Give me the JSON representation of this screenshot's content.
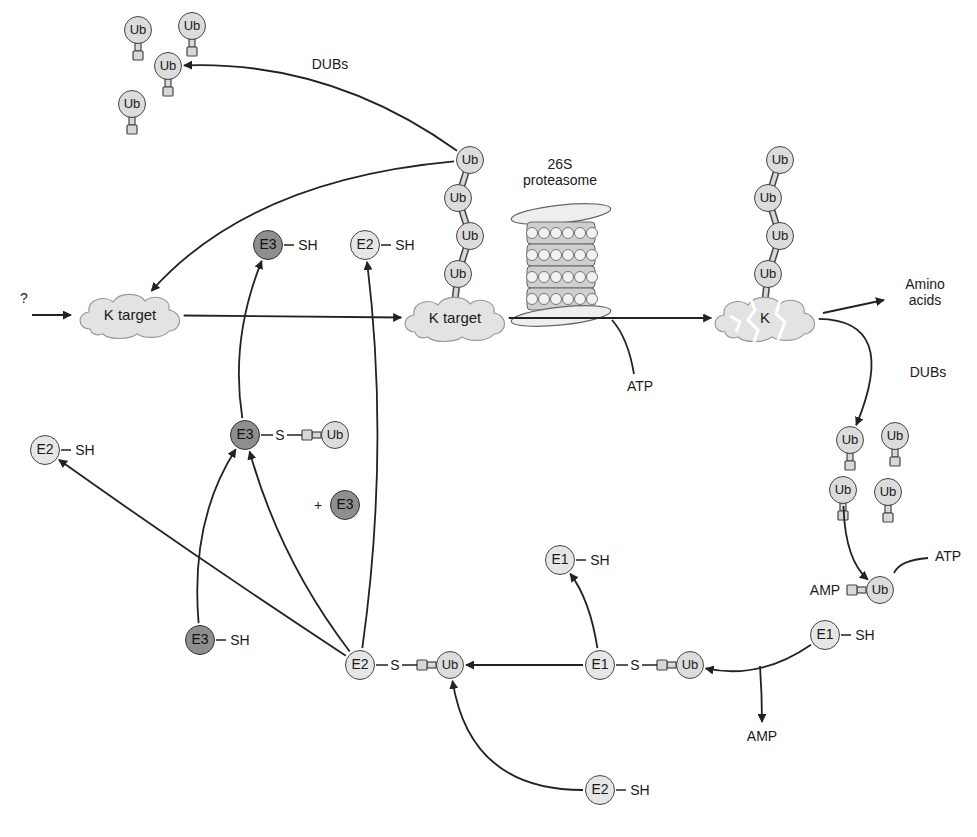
{
  "diagram": {
    "nodes": [
      {
        "text": [
          "Ub"
        ]
      },
      {
        "text": [
          "Ub"
        ]
      },
      {
        "text": [
          "Ub"
        ]
      },
      {
        "text": [
          "Ub"
        ]
      },
      {
        "text": [
          "K target"
        ]
      },
      {
        "text": [
          "Ub"
        ]
      },
      {
        "text": [
          "Ub"
        ]
      },
      {
        "text": [
          "Ub"
        ]
      },
      {
        "text": [
          "Ub"
        ]
      },
      {
        "text": [
          "K target"
        ]
      },
      {
        "text": [
          "Ub"
        ]
      },
      {
        "text": [
          "Ub"
        ]
      },
      {
        "text": [
          "Ub"
        ]
      },
      {
        "text": [
          "Ub"
        ]
      },
      {
        "text": [
          "K"
        ]
      },
      {
        "text": [
          "Ub"
        ]
      },
      {
        "text": [
          "Ub"
        ]
      },
      {
        "text": [
          "Ub"
        ]
      },
      {
        "text": [
          "Ub"
        ]
      },
      {
        "text": [
          "E3"
        ]
      },
      {
        "text": [
          "E2"
        ]
      },
      {
        "text": [
          "E3"
        ]
      },
      {
        "text": [
          "Ub"
        ]
      },
      {
        "text": [
          "E3"
        ]
      },
      {
        "text": [
          "E2"
        ]
      },
      {
        "text": [
          "E3"
        ]
      },
      {
        "text": [
          "E2"
        ]
      },
      {
        "text": [
          "Ub"
        ]
      },
      {
        "text": [
          "E1"
        ]
      },
      {
        "text": [
          "E1"
        ]
      },
      {
        "text": [
          "Ub"
        ]
      },
      {
        "text": [
          "Ub"
        ]
      },
      {
        "text": [
          "E1"
        ]
      },
      {
        "text": [
          "E2"
        ]
      }
    ],
    "edges": [
      {
        "from": 4,
        "to": 9,
        "arrow": "to"
      },
      {
        "from": 9,
        "to": 14,
        "arrow": "to"
      },
      {
        "from": 5,
        "to": 2,
        "arrow": "to"
      },
      {
        "from": 5,
        "to": 4,
        "arrow": "to"
      },
      {
        "from": 14,
        "to": 15,
        "arrow": "to"
      },
      {
        "from": 17,
        "to": 31,
        "arrow": "to"
      },
      {
        "from": 32,
        "to": 30,
        "arrow": "to"
      },
      {
        "from": 29,
        "to": 28,
        "arrow": "to"
      },
      {
        "from": 29,
        "to": 27,
        "arrow": "to"
      },
      {
        "from": 33,
        "to": 27,
        "arrow": "to"
      },
      {
        "from": 26,
        "to": 20,
        "arrow": "to"
      },
      {
        "from": 26,
        "to": 21,
        "arrow": "to"
      },
      {
        "from": 26,
        "to": 24,
        "arrow": "to"
      },
      {
        "from": 25,
        "to": 21,
        "arrow": "to"
      },
      {
        "from": 21,
        "to": 19,
        "arrow": "to"
      }
    ],
    "labels": [
      "DUBs",
      "?",
      "26S proteasome",
      "ATP",
      "Amino acids",
      "DUBs",
      "ATP",
      "AMP",
      "AMP",
      "+",
      "SH",
      "SH",
      "S",
      "SH",
      "SH",
      "S",
      "SH",
      "S",
      "SH",
      "SH"
    ]
  }
}
